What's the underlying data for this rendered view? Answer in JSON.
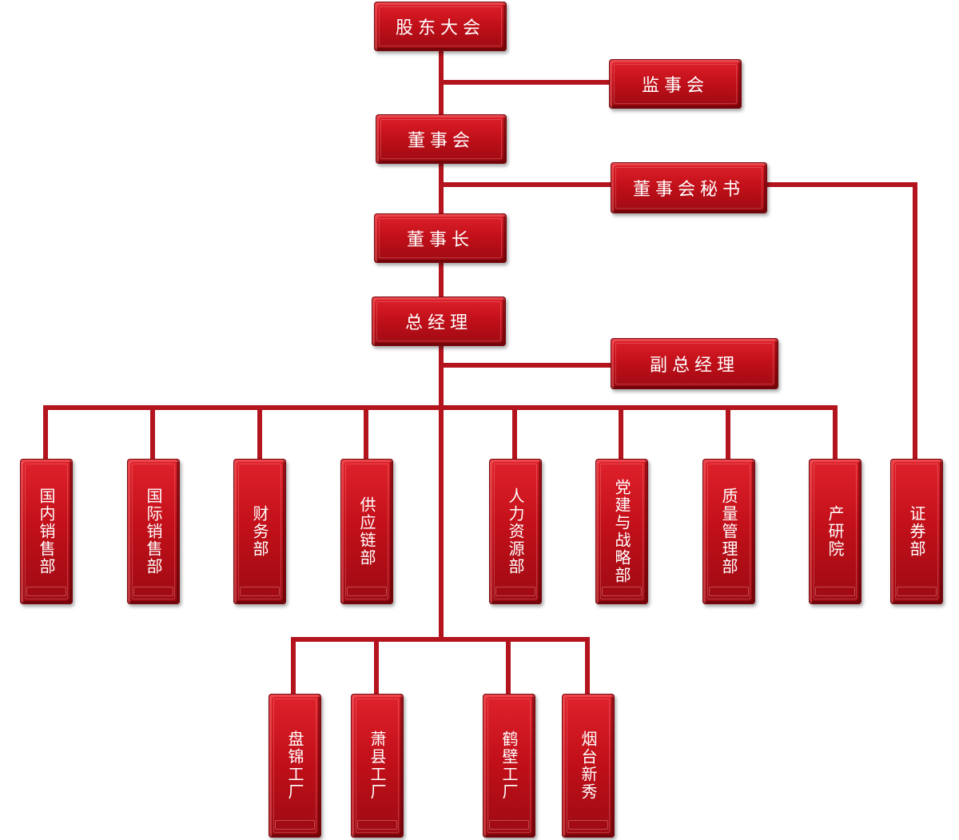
{
  "top": {
    "shareholders": "股东大会",
    "supervisors": "监事会",
    "board": "董事会",
    "secretary": "董事会秘书",
    "chairman": "董事长",
    "gm": "总经理",
    "vgm": "副总经理"
  },
  "departments": [
    "国内销售部",
    "国际销售部",
    "财务部",
    "供应链部",
    "人力资源部",
    "党建与战略部",
    "质量管理部",
    "产研院",
    "证券部"
  ],
  "factories": [
    "盘锦工厂",
    "萧县工厂",
    "鹤壁工厂",
    "烟台新秀"
  ],
  "colors": {
    "box": "#c3101a",
    "line": "#b3141d"
  }
}
